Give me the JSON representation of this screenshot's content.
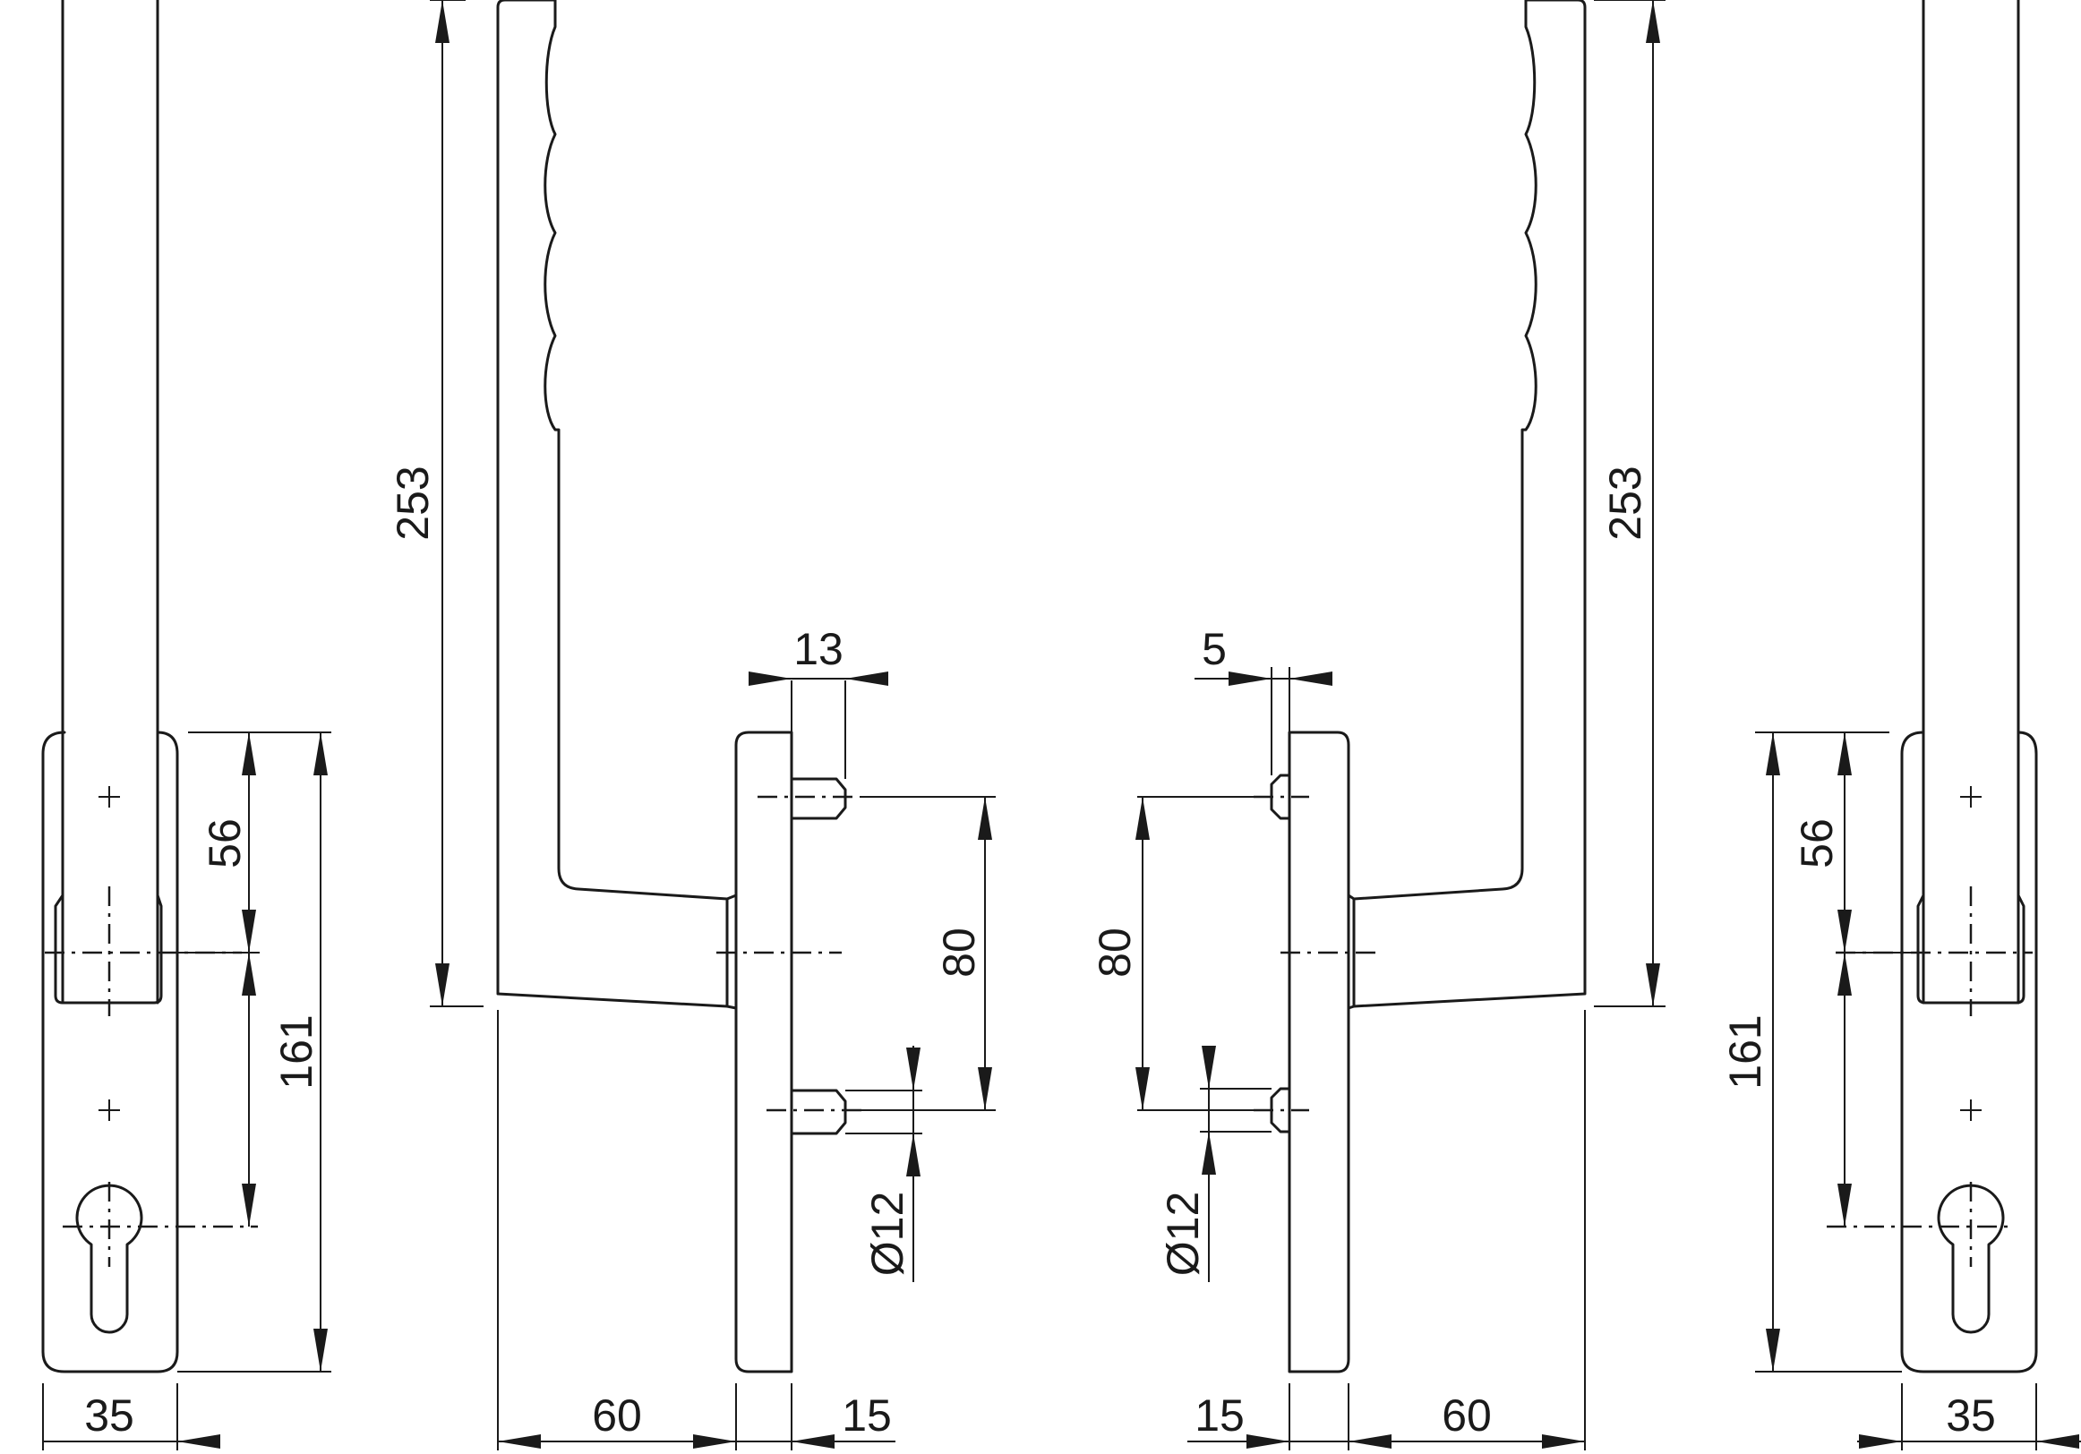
{
  "drawing": {
    "colors": {
      "line": "#1a1a1a",
      "background": "#ffffff"
    },
    "plate_left": {
      "width": "35",
      "hole_to_center": "56",
      "height": "161"
    },
    "handle_left": {
      "height": "253",
      "projection": "60",
      "plate_thickness": "15",
      "spindle_length": "13",
      "screw_spacing": "80",
      "screw_diameter": "Ø12"
    },
    "handle_right": {
      "height": "253",
      "projection": "60",
      "plate_thickness": "15",
      "spindle_length": "5",
      "screw_spacing": "80",
      "screw_diameter": "Ø12"
    },
    "plate_right": {
      "width": "35",
      "hole_to_center": "56",
      "height": "161"
    }
  }
}
